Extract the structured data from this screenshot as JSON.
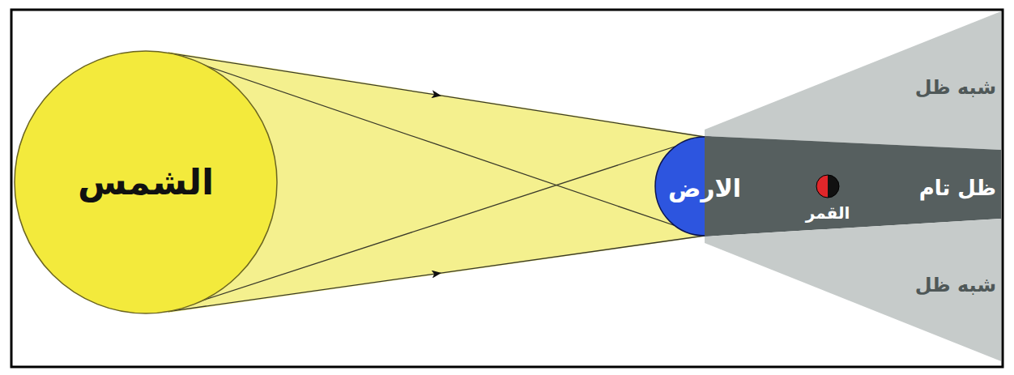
{
  "diagram": {
    "nodes": [
      {
        "text": [
          "الشمس"
        ]
      },
      {
        "text": [
          "الارض"
        ]
      },
      {
        "text": [
          "شبه ظل"
        ]
      },
      {
        "text": [
          "ظل تام"
        ]
      },
      {
        "text": [
          "القمر"
        ],
        "in": 3
      },
      {
        "text": [
          "شبه ظل"
        ]
      }
    ],
    "edges": [
      {
        "from": 0,
        "to": 1,
        "arrow": "to"
      },
      {
        "from": 0,
        "to": 1,
        "arrow": "to"
      },
      {
        "from": 0,
        "to": 1,
        "arrow": "none"
      },
      {
        "from": 0,
        "to": 1,
        "arrow": "none"
      }
    ]
  }
}
